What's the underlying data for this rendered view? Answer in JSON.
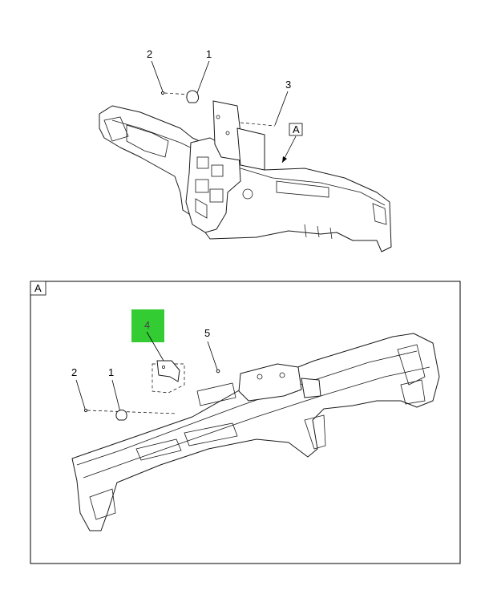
{
  "top_view": {
    "callouts": [
      "1",
      "2",
      "3"
    ],
    "view_marker": "A"
  },
  "detail_view": {
    "label": "A",
    "callouts": [
      "1",
      "2",
      "4",
      "5"
    ],
    "highlight_color": "#33cc33"
  },
  "footer": {
    "left": "",
    "right": ""
  }
}
